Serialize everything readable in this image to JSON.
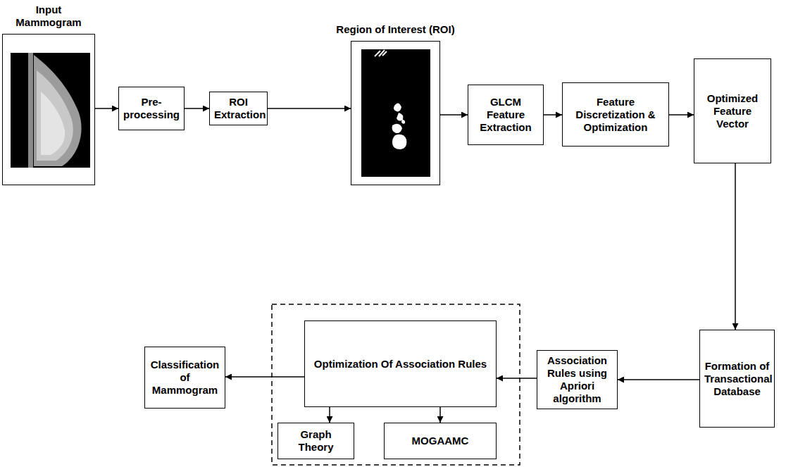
{
  "diagram": {
    "nodes": [
      {
        "text": [
          "Input Mammogram"
        ]
      },
      {
        "text": [
          "Pre-processing"
        ]
      },
      {
        "text": [
          "ROI Extraction"
        ]
      },
      {
        "text": [
          "Region of Interest (ROI)"
        ]
      },
      {
        "text": [
          "GLCM Feature Extraction"
        ]
      },
      {
        "text": [
          "Feature Discretization & Optimization"
        ]
      },
      {
        "text": [
          "Optimized Feature Vector"
        ]
      },
      {
        "text": [
          "Formation of Transactional Database"
        ]
      },
      {
        "text": [
          "Association Rules using Apriori algorithm"
        ]
      },
      {
        "text": [
          "Optimization Of Association Rules"
        ]
      },
      {
        "text": [
          "Graph Theory"
        ]
      },
      {
        "text": [
          "MOGAAMC"
        ]
      },
      {
        "text": [
          "Classification of Mammogram"
        ]
      }
    ],
    "edges": [
      {
        "from": 0,
        "to": 1,
        "arrow": "to"
      },
      {
        "from": 1,
        "to": 2,
        "arrow": "to"
      },
      {
        "from": 2,
        "to": 3,
        "arrow": "to"
      },
      {
        "from": 3,
        "to": 4,
        "arrow": "to"
      },
      {
        "from": 4,
        "to": 5,
        "arrow": "to"
      },
      {
        "from": 5,
        "to": 6,
        "arrow": "to"
      },
      {
        "from": 6,
        "to": 7,
        "arrow": "to"
      },
      {
        "from": 7,
        "to": 8,
        "arrow": "to"
      },
      {
        "from": 8,
        "to": 9,
        "arrow": "to"
      },
      {
        "from": 9,
        "to": 10,
        "arrow": "to"
      },
      {
        "from": 9,
        "to": 11,
        "arrow": "to"
      },
      {
        "from": 9,
        "to": 12,
        "arrow": "to"
      }
    ]
  }
}
